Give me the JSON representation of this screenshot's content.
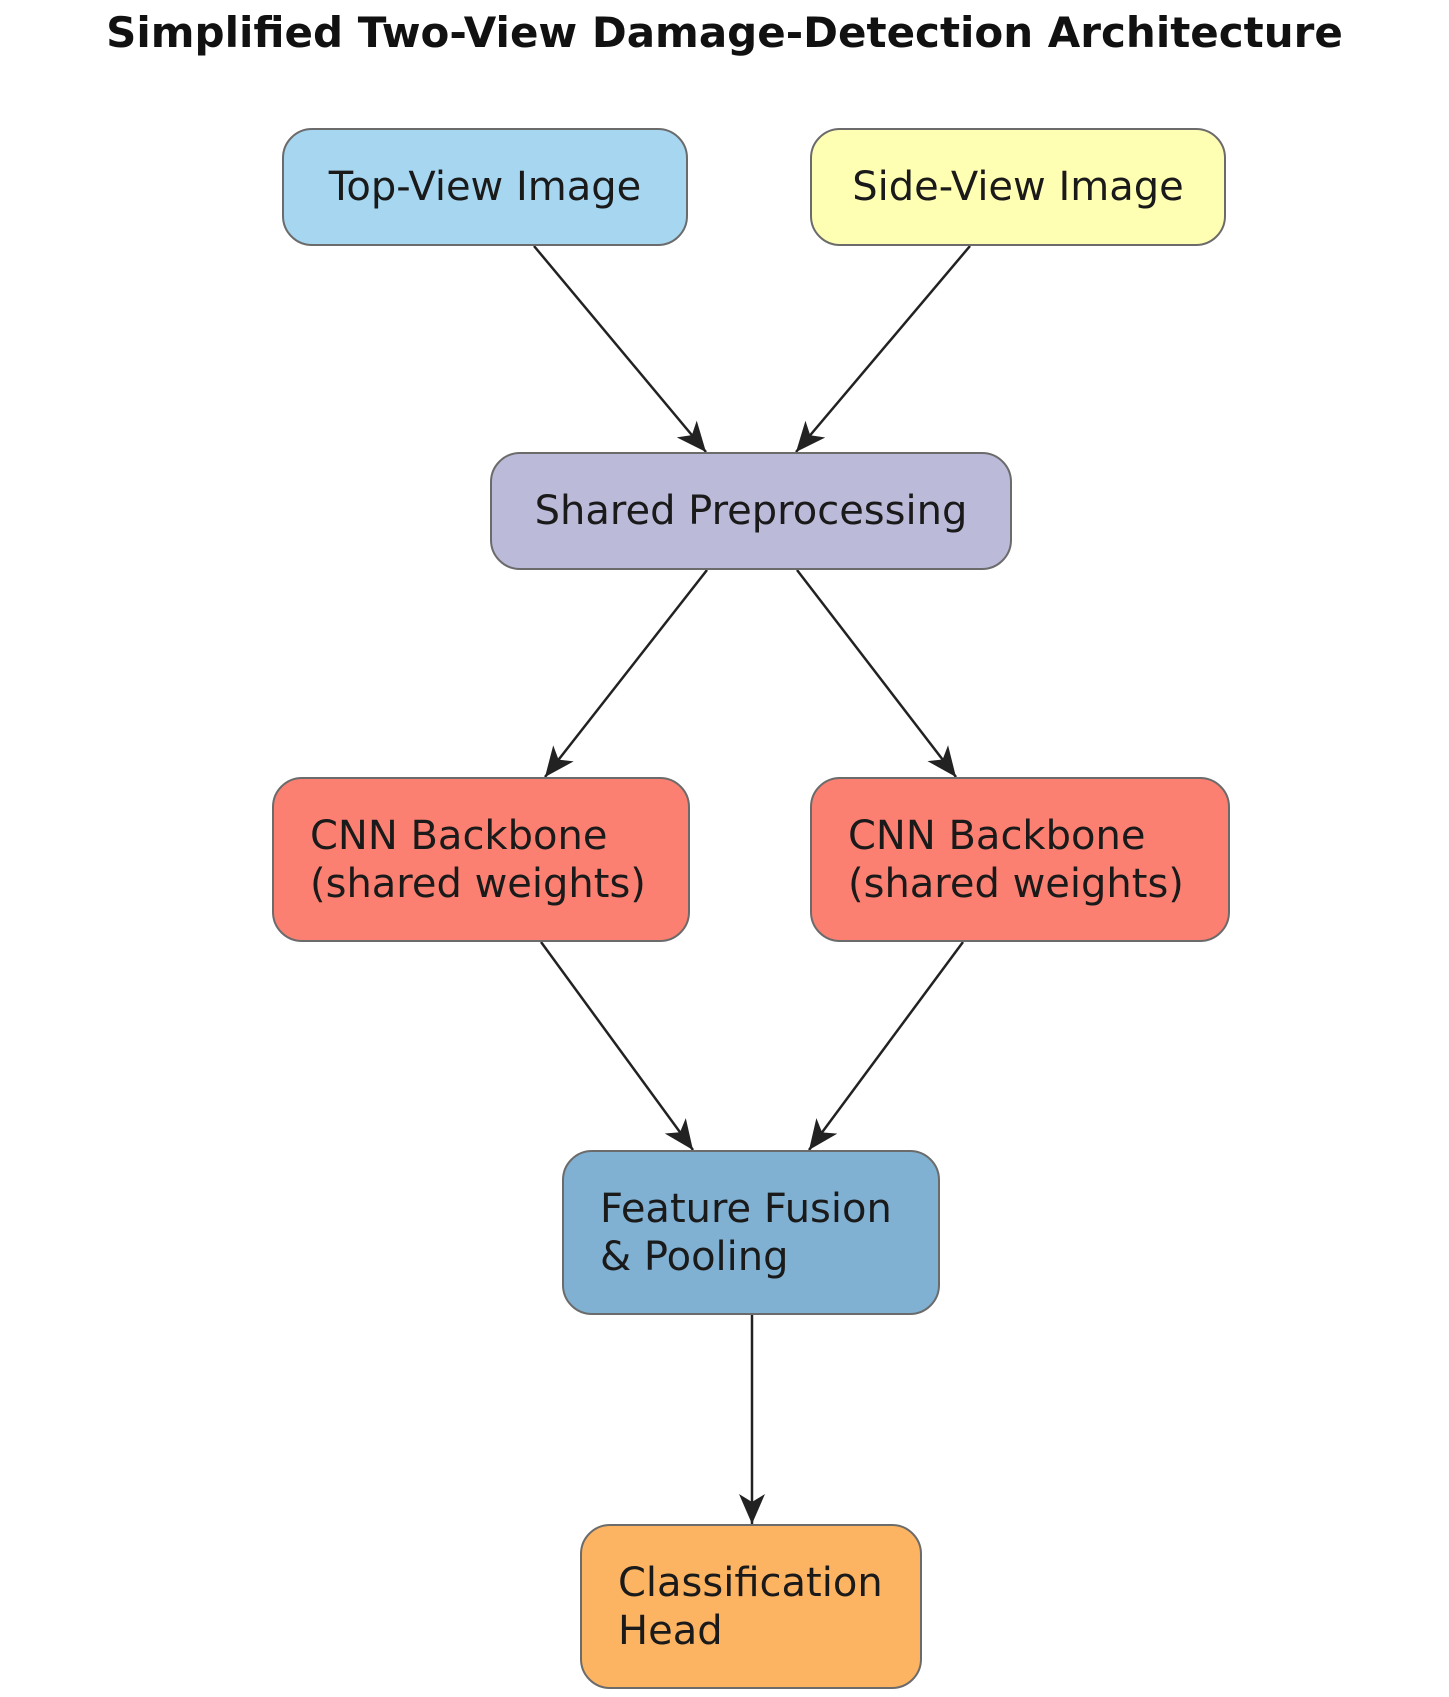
{
  "title": "Simplified Two-View Damage-Detection Architecture",
  "nodes": {
    "top_view": {
      "lines": [
        "Top-View Image"
      ],
      "color": "#a6d6f0"
    },
    "side_view": {
      "lines": [
        "Side-View Image"
      ],
      "color": "#ffffb3"
    },
    "preprocessing": {
      "lines": [
        "Shared Preprocessing"
      ],
      "color": "#bcbad9"
    },
    "cnn_left": {
      "lines": [
        "CNN Backbone",
        "(shared weights)"
      ],
      "color": "#fb8072"
    },
    "cnn_right": {
      "lines": [
        "CNN Backbone",
        "(shared weights)"
      ],
      "color": "#fb8072"
    },
    "fusion": {
      "lines": [
        "Feature Fusion",
        "& Pooling"
      ],
      "color": "#80b1d3"
    },
    "classification": {
      "lines": [
        "Classification",
        "Head"
      ],
      "color": "#fdb462"
    }
  },
  "edges": [
    {
      "from": "top_view",
      "to": "preprocessing"
    },
    {
      "from": "side_view",
      "to": "preprocessing"
    },
    {
      "from": "preprocessing",
      "to": "cnn_left"
    },
    {
      "from": "preprocessing",
      "to": "cnn_right"
    },
    {
      "from": "cnn_left",
      "to": "fusion"
    },
    {
      "from": "cnn_right",
      "to": "fusion"
    },
    {
      "from": "fusion",
      "to": "classification"
    }
  ]
}
